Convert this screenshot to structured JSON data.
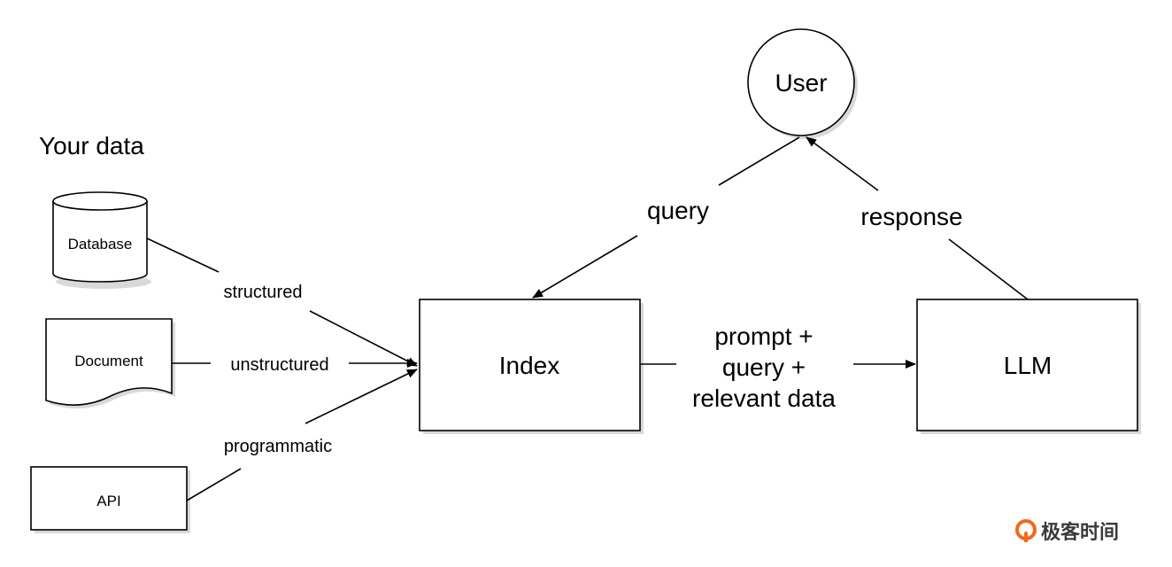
{
  "heading": "Your data",
  "sources": {
    "database": "Database",
    "document": "Document",
    "api": "API"
  },
  "edge_labels": {
    "structured": "structured",
    "unstructured": "unstructured",
    "programmatic": "programmatic",
    "query": "query",
    "response": "response",
    "prompt_lines": [
      "prompt +",
      "query +",
      "relevant data"
    ]
  },
  "nodes": {
    "index": "Index",
    "llm": "LLM",
    "user": "User"
  },
  "watermark": {
    "text": "极客时间",
    "accent_color": "#f26a1b"
  }
}
